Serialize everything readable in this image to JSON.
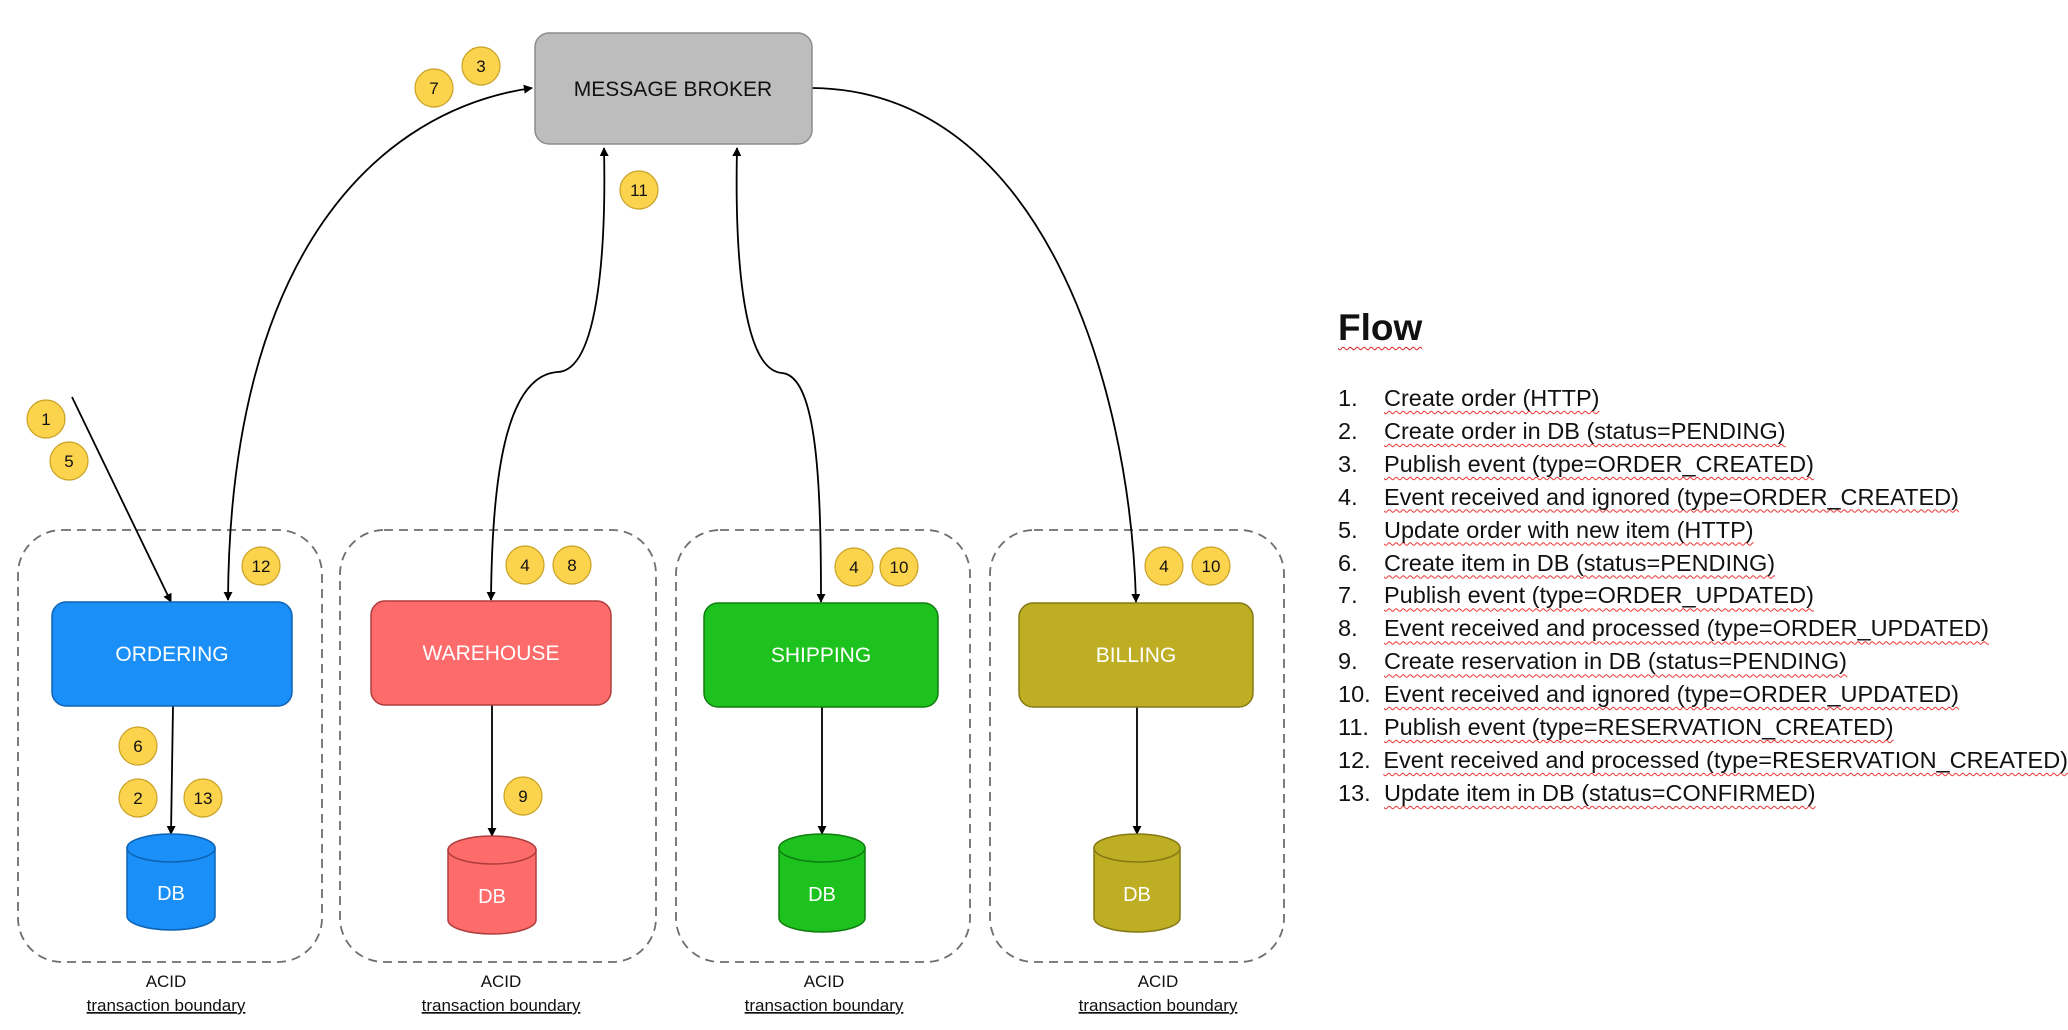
{
  "broker": {
    "label": "MESSAGE BROKER",
    "color": "#bdbdbd"
  },
  "services": [
    {
      "id": "ordering",
      "label": "ORDERING",
      "color": "#1a8ff7",
      "db_label": "DB"
    },
    {
      "id": "warehouse",
      "label": "WAREHOUSE",
      "color": "#fe6b6b",
      "db_label": "DB"
    },
    {
      "id": "shipping",
      "label": "SHIPPING",
      "color": "#1ec21e",
      "db_label": "DB"
    },
    {
      "id": "billing",
      "label": "BILLING",
      "color": "#bdae24",
      "db_label": "DB"
    }
  ],
  "boundary": {
    "line1": "ACID",
    "line2": "transaction boundary"
  },
  "badges": [
    {
      "id": "b7",
      "text": "7"
    },
    {
      "id": "b3",
      "text": "3"
    },
    {
      "id": "b11",
      "text": "11"
    },
    {
      "id": "b1",
      "text": "1"
    },
    {
      "id": "b5",
      "text": "5"
    },
    {
      "id": "b12",
      "text": "12"
    },
    {
      "id": "b6",
      "text": "6"
    },
    {
      "id": "b2",
      "text": "2"
    },
    {
      "id": "b13",
      "text": "13"
    },
    {
      "id": "b4w",
      "text": "4"
    },
    {
      "id": "b8",
      "text": "8"
    },
    {
      "id": "b9",
      "text": "9"
    },
    {
      "id": "b4s",
      "text": "4"
    },
    {
      "id": "b10s",
      "text": "10"
    },
    {
      "id": "b4b",
      "text": "4"
    },
    {
      "id": "b10b",
      "text": "10"
    }
  ],
  "flow": {
    "title": "Flow",
    "items": [
      {
        "num": "1.",
        "text": "Create order (HTTP)"
      },
      {
        "num": "2.",
        "text": "Create order in DB (status=PENDING)"
      },
      {
        "num": "3.",
        "text": "Publish event (type=ORDER_CREATED)"
      },
      {
        "num": "4.",
        "text": "Event received and ignored (type=ORDER_CREATED)"
      },
      {
        "num": "5.",
        "text": "Update order with new item (HTTP)"
      },
      {
        "num": "6.",
        "text": "Create item in DB (status=PENDING)"
      },
      {
        "num": "7.",
        "text": "Publish event (type=ORDER_UPDATED)"
      },
      {
        "num": "8.",
        "text": "Event received and processed (type=ORDER_UPDATED)"
      },
      {
        "num": "9.",
        "text": "Create reservation in DB (status=PENDING)"
      },
      {
        "num": "10.",
        "text": "Event received and ignored (type=ORDER_UPDATED)"
      },
      {
        "num": "11.",
        "text": "Publish event (type=RESERVATION_CREATED)"
      },
      {
        "num": "12.",
        "text": "Event received and processed (type=RESERVATION_CREATED)"
      },
      {
        "num": "13.",
        "text": "Update item in DB (status=CONFIRMED)"
      }
    ]
  }
}
